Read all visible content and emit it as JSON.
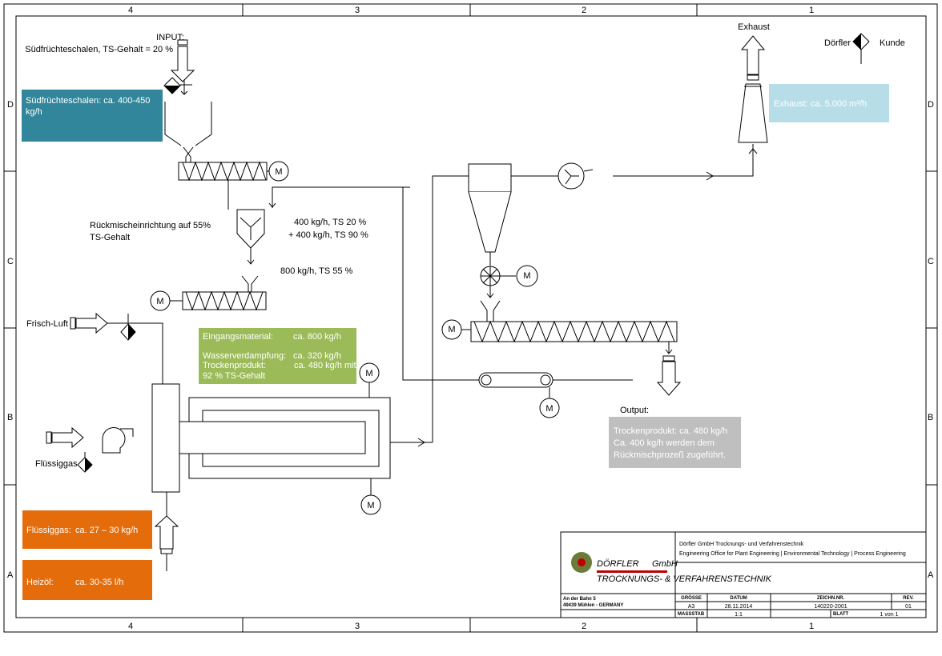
{
  "frame": {
    "columns": [
      "4",
      "3",
      "2",
      "1"
    ],
    "rows": [
      "D",
      "C",
      "B",
      "A"
    ]
  },
  "labels": {
    "input_title": "INPUT:",
    "input_desc": "Südfrüchteschalen, TS-Gehalt = 20 %",
    "exhaust": "Exhaust",
    "legend_left": "Dörfler",
    "legend_right": "Kunde",
    "mixer_1": "Rückmischeinrichtung auf 55%",
    "mixer_2": "TS-Gehalt",
    "flow_1": "400 kg/h, TS 20 %",
    "flow_2": "+ 400 kg/h, TS 90 %",
    "flow_3": "800 kg/h, TS 55 %",
    "fresh_air": "Frisch-Luft",
    "lpg": "Flüssiggas",
    "output": "Output:",
    "motor": "M"
  },
  "info_boxes": {
    "feed": {
      "line1": "Südfrüchteschalen:   ca. 400-450",
      "line2": "kg/h",
      "color": "#31869b"
    },
    "exhaust": {
      "text": "Exhaust:  ca. 5.000 m³/h",
      "color": "#b7dee8"
    },
    "material": {
      "title_label": "Eingangsmaterial:",
      "title_value": "ca. 800 kg/h",
      "evap_label": "Wasserverdampfung:",
      "evap_value": "ca.  320 kg/h",
      "dry_label": "Trockenprodukt:",
      "dry_value": "ca. 480 kg/h mit",
      "dry_note": "92 % TS-Gehalt",
      "color": "#9bbb59"
    },
    "output": {
      "line1": "Trockenprodukt:   ca. 480 kg/h",
      "line2": "Ca. 400 kg/h werden dem",
      "line3": "Rückmischprozeß zugeführt.",
      "color": "#bfbfbf"
    },
    "lpg": {
      "label": "Flüssiggas:",
      "value": "ca. 27 – 30 kg/h",
      "color": "#e46c0a"
    },
    "oil": {
      "label": "Heizöl:",
      "value": "ca. 30-35 l/h",
      "color": "#e46c0a"
    }
  },
  "title_block": {
    "logo_name": "DÖRFLER GmbH",
    "logo_sub": "TROCKNUNGS- & VERFAHRENSTECHNIK",
    "company_line": "Dörfler GmbH    Trocknungs- und Verfahrenstechnik",
    "tagline": "Engineering Office for Plant Engineering | Environmental Technology | Process Engineering",
    "address_1": "An der Bahn 5",
    "address_2": "49439 Mühlen -  GERMANY",
    "size_label": "GRÖSSE",
    "size_value": "A3",
    "date_label": "DATUM",
    "date_value": "28.11.2014",
    "drawing_label": "ZEICHN.NR.",
    "drawing_value": "140220-2001",
    "rev_label": "REV.",
    "rev_value": "01",
    "scale_label": "MASSSTAB",
    "scale_value": "1:1",
    "sheet_label": "BLATT",
    "sheet_value": "1 von 1"
  }
}
